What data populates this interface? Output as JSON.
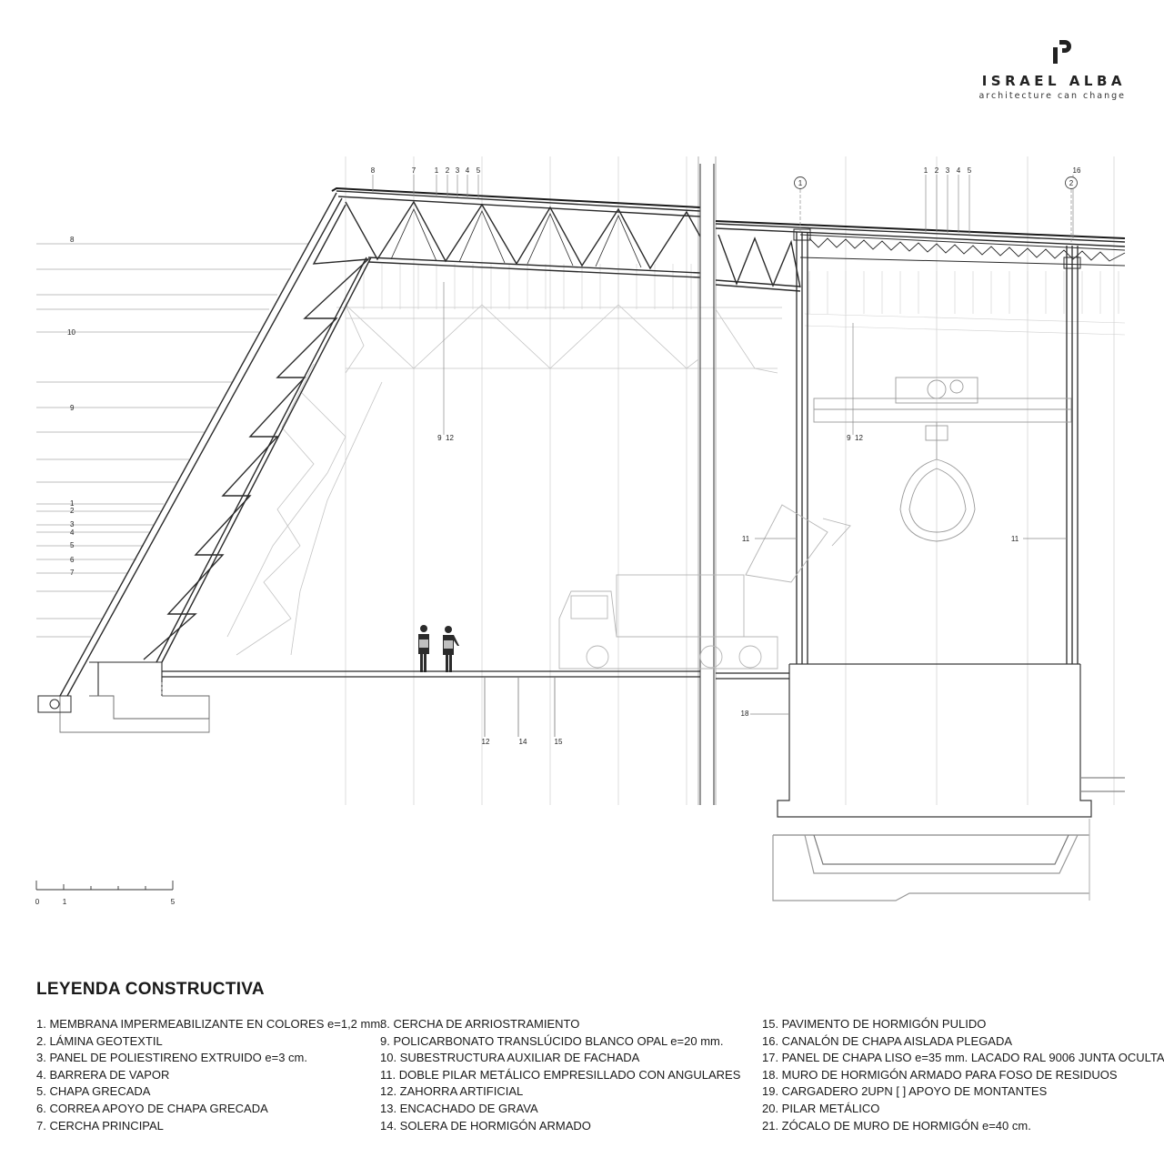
{
  "brand": {
    "name": "ISRAEL ALBA",
    "tagline": "architecture can change"
  },
  "legend": {
    "title": "LEYENDA CONSTRUCTIVA",
    "columns": [
      [
        "1. MEMBRANA IMPERMEABILIZANTE EN COLORES e=1,2 mm.",
        "2. LÁMINA GEOTEXTIL",
        "3. PANEL DE POLIESTIRENO EXTRUIDO e=3 cm.",
        "4. BARRERA DE VAPOR",
        "5. CHAPA GRECADA",
        "6. CORREA APOYO DE CHAPA GRECADA",
        "7. CERCHA PRINCIPAL"
      ],
      [
        "8. CERCHA DE ARRIOSTRAMIENTO",
        "9. POLICARBONATO TRANSLÚCIDO BLANCO OPAL e=20 mm.",
        "10. SUBESTRUCTURA AUXILIAR DE FACHADA",
        "11. DOBLE PILAR METÁLICO EMPRESILLADO CON ANGULARES",
        "12. ZAHORRA ARTIFICIAL",
        "13. ENCACHADO DE GRAVA",
        "14. SOLERA DE HORMIGÓN ARMADO"
      ],
      [
        "15. PAVIMENTO DE HORMIGÓN PULIDO",
        "16. CANALÓN DE CHAPA AISLADA PLEGADA",
        "17. PANEL DE CHAPA LISO e=35 mm. LACADO RAL 9006 JUNTA OCULTA",
        "18. MURO DE HORMIGÓN ARMADO PARA FOSO DE RESIDUOS",
        "19. CARGADERO 2UPN [ ] APOYO DE MONTANTES",
        "20. PILAR METÁLICO",
        "21. ZÓCALO DE MURO DE HORMIGÓN e=40 cm."
      ]
    ]
  },
  "callouts": {
    "top_left": [
      "8",
      "7",
      "1",
      "2",
      "3",
      "4",
      "5"
    ],
    "top_right": [
      "1",
      "2",
      "3",
      "4",
      "5"
    ],
    "top_right_16": "16",
    "grid_1": "1",
    "grid_2": "2",
    "left_margin": [
      "8",
      "10",
      "9",
      "1",
      "2",
      "3",
      "4",
      "5",
      "6",
      "7"
    ],
    "mid_9_12_a": "9  12",
    "mid_9_12_b": "9  12",
    "col_11_left": "11",
    "col_11_right": "11",
    "floor_12": "12",
    "floor_14": "14",
    "floor_15": "15",
    "wall_18": "18"
  },
  "scale_bar": {
    "labels": [
      "0",
      "1",
      "5"
    ]
  },
  "colors": {
    "ink": "#1a1a1a",
    "line_dark": "#2a2a2a",
    "line_mid": "#6a6a6a",
    "line_light": "#b8b8b8",
    "line_faint": "#d4d4d4"
  }
}
